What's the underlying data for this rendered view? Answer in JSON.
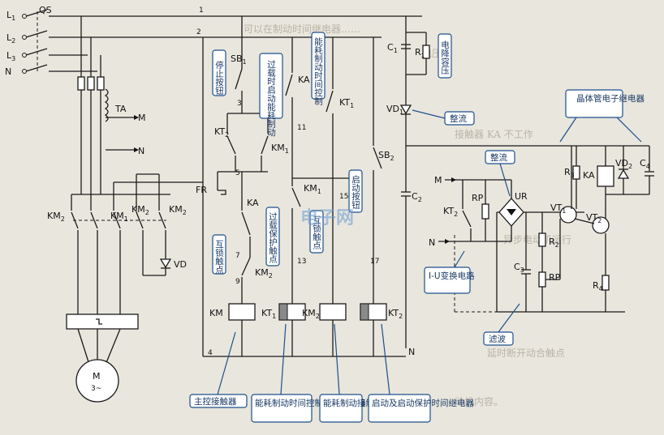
{
  "lines": {
    "L1": "L",
    "L2": "L",
    "L3": "L",
    "N": "N",
    "sub1": "1",
    "sub2": "2",
    "sub3": "3",
    "QS": "QS"
  },
  "wires": {
    "w1": "1",
    "w2": "2",
    "w3": "3",
    "w5": "5",
    "w7": "7",
    "w9": "9",
    "w11": "11",
    "w13": "13",
    "w15": "15",
    "w17": "17",
    "w4": "4"
  },
  "components": {
    "TA": "TA",
    "M": "M",
    "N": "N",
    "KM2a": "KM",
    "KM1": "KM",
    "KM2b": "KM",
    "KM2c": "KM",
    "sub2": "2",
    "sub1": "1",
    "VD": "VD",
    "motor": "M",
    "motor_phase": "3~",
    "SB1": "SB",
    "KA": "KA",
    "KT1": "KT",
    "KT2": "KT",
    "KM1b": "KM",
    "FR": "FR",
    "SB2": "SB",
    "C1": "C",
    "R1": "R",
    "C2": "C",
    "VD1": "VD",
    "UR": "UR",
    "RP": "RP",
    "R2": "R",
    "C3": "C",
    "R3": "R",
    "R4": "R",
    "VT1": "VT",
    "VT2": "VT",
    "VD2": "VD",
    "C4": "C",
    "KA_coil": "KA",
    "Mline": "M",
    "Nline": "N"
  },
  "callouts": {
    "stop_button": "停止按钮",
    "overload_start": "过载时启动能耗制动",
    "brake_time": "能耗制动时间控制",
    "voltage_cap": "电降容压",
    "rectify1": "整流",
    "rectify2": "整流",
    "transistor_relay": "晶体管电子继电器",
    "interlock1": "互锁触点",
    "overload_protect": "过载保护触点",
    "interlock2": "互锁触点",
    "start_button": "启动按钮",
    "iu_convert": "I-U变换电路",
    "filter": "滤波",
    "main_contactor": "主控接触器",
    "brake_relay": "能耗制动时间控制时间继电器",
    "brake_contactor": "能耗制动接触器",
    "start_protect": "启动及启动保护时间继电器"
  },
  "watermark": "电子网"
}
